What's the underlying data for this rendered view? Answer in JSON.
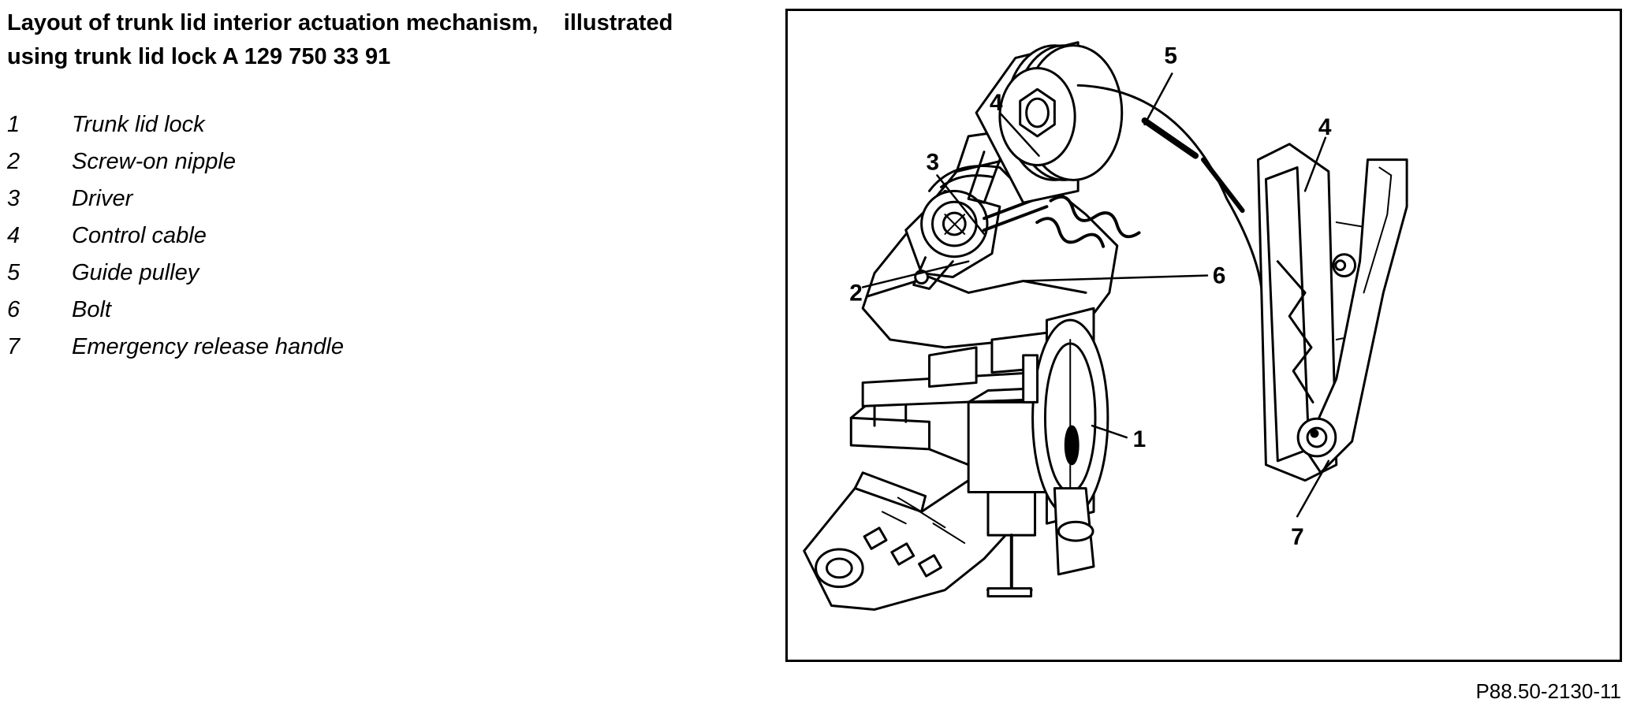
{
  "title": {
    "line1": "Layout of trunk lid interior actuation mechanism,    illustrated",
    "line2": "using trunk lid lock A 129 750 33 91"
  },
  "legend": [
    {
      "number": "1",
      "label": "Trunk lid lock"
    },
    {
      "number": "2",
      "label": "Screw-on nipple"
    },
    {
      "number": "3",
      "label": "Driver"
    },
    {
      "number": "4",
      "label": "Control cable"
    },
    {
      "number": "5",
      "label": "Guide pulley"
    },
    {
      "number": "6",
      "label": "Bolt"
    },
    {
      "number": "7",
      "label": "Emergency release handle"
    }
  ],
  "callouts": {
    "c1": "1",
    "c2": "2",
    "c3": "3",
    "c4a": "4",
    "c4b": "4",
    "c5": "5",
    "c6": "6",
    "c7": "7"
  },
  "figure_code": "P88.50-2130-11",
  "colors": {
    "ink": "#000000",
    "paper": "#ffffff",
    "shade": "#d6d6d6"
  }
}
